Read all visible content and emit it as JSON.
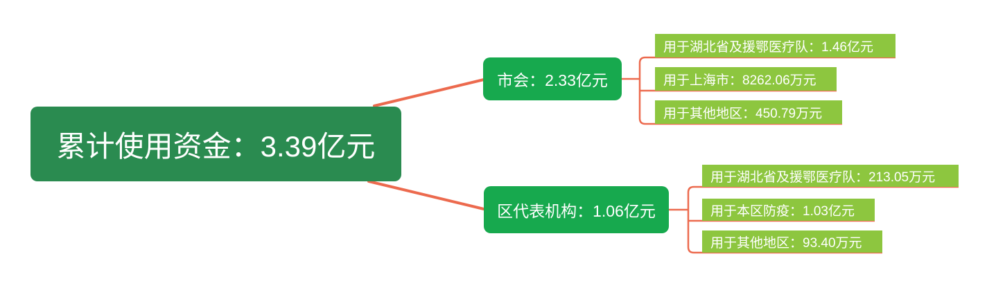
{
  "root": {
    "label": "累计使用资金：3.39亿元"
  },
  "branches": [
    {
      "label": "市会：2.33亿元",
      "children": [
        {
          "label": "用于湖北省及援鄂医疗队：1.46亿元"
        },
        {
          "label": "用于上海市：8262.06万元"
        },
        {
          "label": "用于其他地区：450.79万元"
        }
      ]
    },
    {
      "label": "区代表机构：1.06亿元",
      "children": [
        {
          "label": "用于湖北省及援鄂医疗队：213.05万元"
        },
        {
          "label": "用于本区防疫：1.03亿元"
        },
        {
          "label": "用于其他地区：93.40万元"
        }
      ]
    }
  ],
  "colors": {
    "root_fill": "#2a8b50",
    "branch_fill": "#17a94e",
    "leaf_fill": "#8dc63f",
    "connector": "#ec6a4e",
    "text": "#ffffff"
  }
}
